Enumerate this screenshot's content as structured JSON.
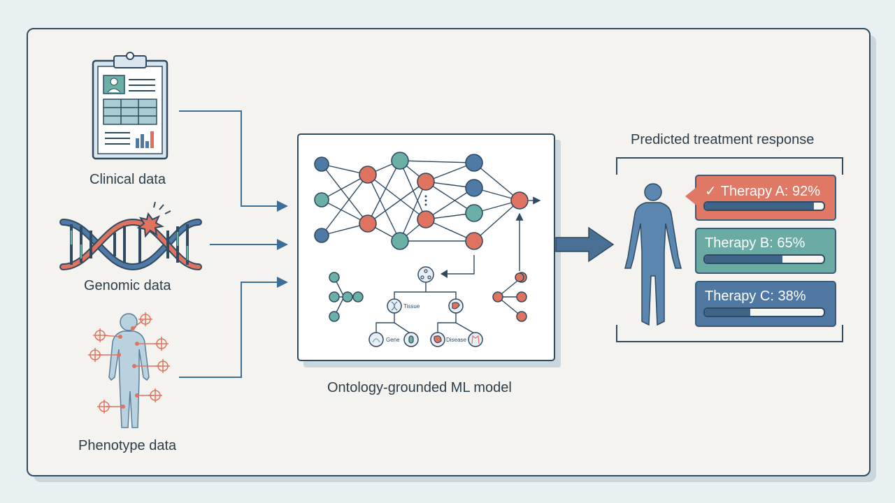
{
  "inputs": {
    "clinical": "Clinical data",
    "genomic": "Genomic data",
    "phenotype": "Phenotype data"
  },
  "model": {
    "caption": "Ontology-grounded ML model",
    "ontology_labels": {
      "tissue": "Tissue",
      "gene": "Gene",
      "disease": "Disease"
    }
  },
  "output": {
    "title": "Predicted treatment response",
    "therapies": [
      {
        "label": "Therapy A: 92%",
        "value": 0.92,
        "check": "✓",
        "color": "#e07866"
      },
      {
        "label": "Therapy B: 65%",
        "value": 0.65,
        "color": "#6aaba4"
      },
      {
        "label": "Therapy C: 38%",
        "value": 0.38,
        "color": "#4f78a3"
      }
    ]
  },
  "colors": {
    "navy": "#2f4a61",
    "blue_node": "#4f7aa6",
    "teal_node": "#6ab0a6",
    "salmon_node": "#e0735f",
    "figure": "#5a86b0"
  }
}
